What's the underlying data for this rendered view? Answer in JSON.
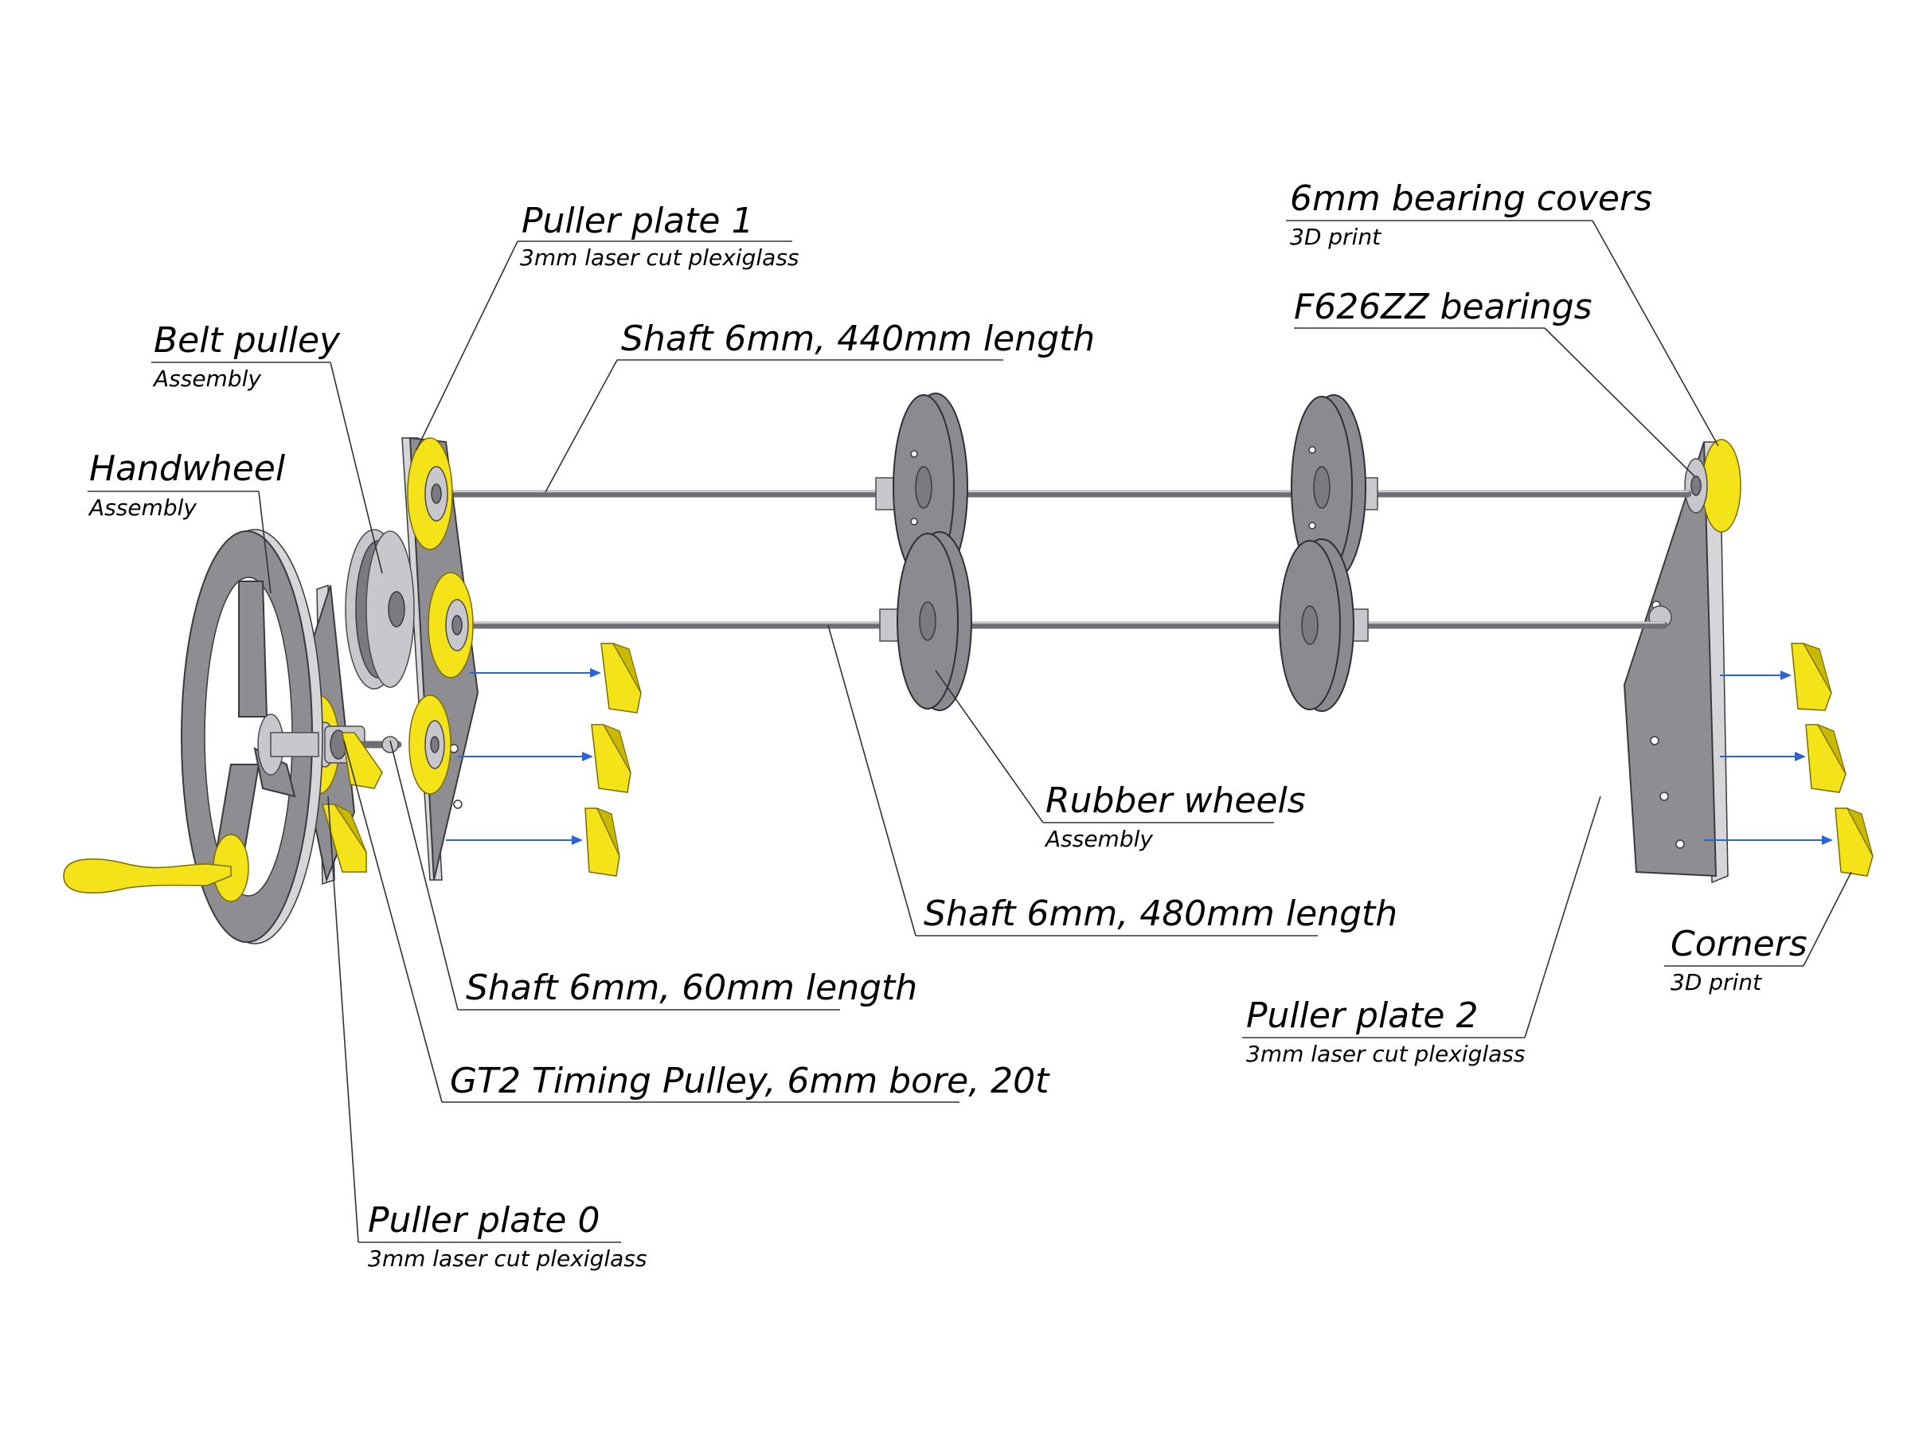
{
  "callouts": {
    "puller_plate_1": {
      "title": "Puller plate 1",
      "sub": "3mm laser cut plexiglass"
    },
    "belt_pulley": {
      "title": "Belt pulley",
      "sub": "Assembly"
    },
    "handwheel": {
      "title": "Handwheel",
      "sub": "Assembly"
    },
    "shaft_440": {
      "title": "Shaft 6mm, 440mm length"
    },
    "bearing_covers": {
      "title": "6mm bearing covers",
      "sub": "3D print"
    },
    "bearings": {
      "title": "F626ZZ bearings"
    },
    "rubber_wheels": {
      "title": "Rubber wheels",
      "sub": "Assembly"
    },
    "shaft_480": {
      "title": "Shaft 6mm, 480mm length"
    },
    "shaft_60": {
      "title": "Shaft 6mm, 60mm length"
    },
    "gt2_pulley": {
      "title": "GT2 Timing Pulley, 6mm bore, 20t"
    },
    "puller_plate_0": {
      "title": "Puller plate 0",
      "sub": "3mm laser cut plexiglass"
    },
    "corners": {
      "title": "Corners",
      "sub": "3D print"
    },
    "puller_plate_2": {
      "title": "Puller plate 2",
      "sub": "3mm laser cut plexiglass"
    }
  },
  "colors": {
    "plate": "#8e8e92",
    "printed_part": "#f5e31a",
    "arrow": "#2a64d4",
    "shaft": "#6e6e74"
  }
}
